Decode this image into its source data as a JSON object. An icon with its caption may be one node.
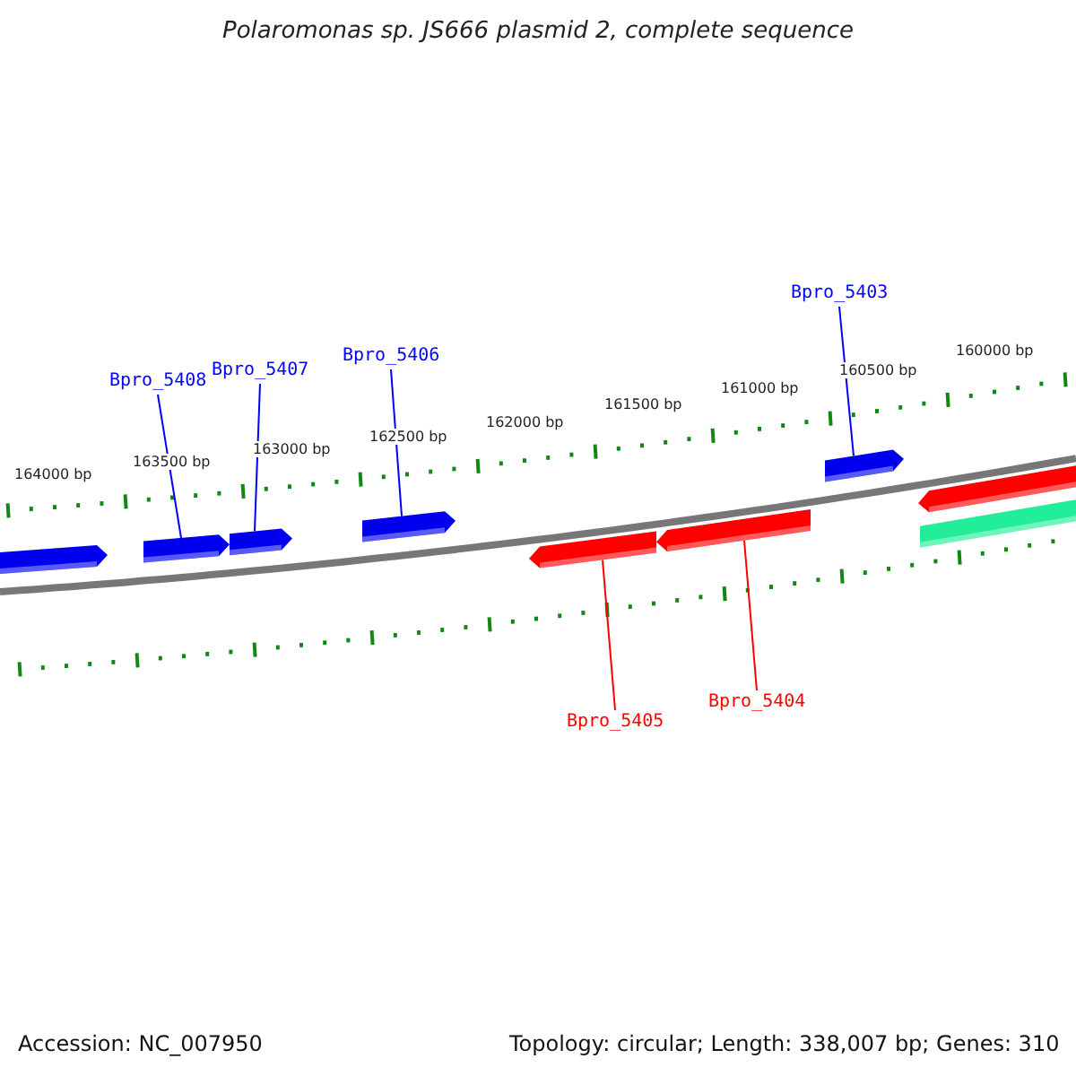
{
  "diagram": {
    "title": "Polaromonas sp. JS666 plasmid 2, complete sequence",
    "nodes": [
      {
        "text": [
          "Bpro_5403"
        ]
      },
      {
        "text": [
          "Bpro_5406"
        ]
      },
      {
        "text": [
          "Bpro_5407"
        ]
      },
      {
        "text": [
          "Bpro_5408"
        ]
      },
      {
        "text": [
          "Bpro_5404"
        ]
      },
      {
        "text": [
          "Bpro_5405"
        ]
      },
      {
        "text": [],
        "shape": "arrow"
      },
      {
        "text": [],
        "shape": "arrow"
      },
      {
        "text": [],
        "shape": "arrow"
      },
      {
        "text": [],
        "shape": "arrow"
      },
      {
        "text": [],
        "shape": "arrow"
      },
      {
        "text": [],
        "shape": "arrow"
      },
      {
        "text": [],
        "shape": "arrow"
      },
      {
        "text": [],
        "shape": "arrow"
      },
      {
        "text": [],
        "shape": "bar"
      }
    ],
    "edges": [
      {
        "from": 0,
        "to": 12,
        "arrow": "none"
      },
      {
        "from": 1,
        "to": 9,
        "arrow": "none"
      },
      {
        "from": 2,
        "to": 8,
        "arrow": "none"
      },
      {
        "from": 3,
        "to": 7,
        "arrow": "none"
      },
      {
        "from": 4,
        "to": 11,
        "arrow": "none",
        "color": "#ff0000"
      },
      {
        "from": 5,
        "to": 10,
        "arrow": "none",
        "color": "#ff0000"
      }
    ],
    "labels": [
      "160000 bp",
      "160500 bp",
      "161000 bp",
      "161500 bp",
      "162000 bp",
      "162500 bp",
      "163000 bp",
      "163500 bp",
      "164000 bp",
      "Accession: NC_007950",
      "Topology: circular; Length: 338,007 bp; Genes: 310"
    ]
  }
}
